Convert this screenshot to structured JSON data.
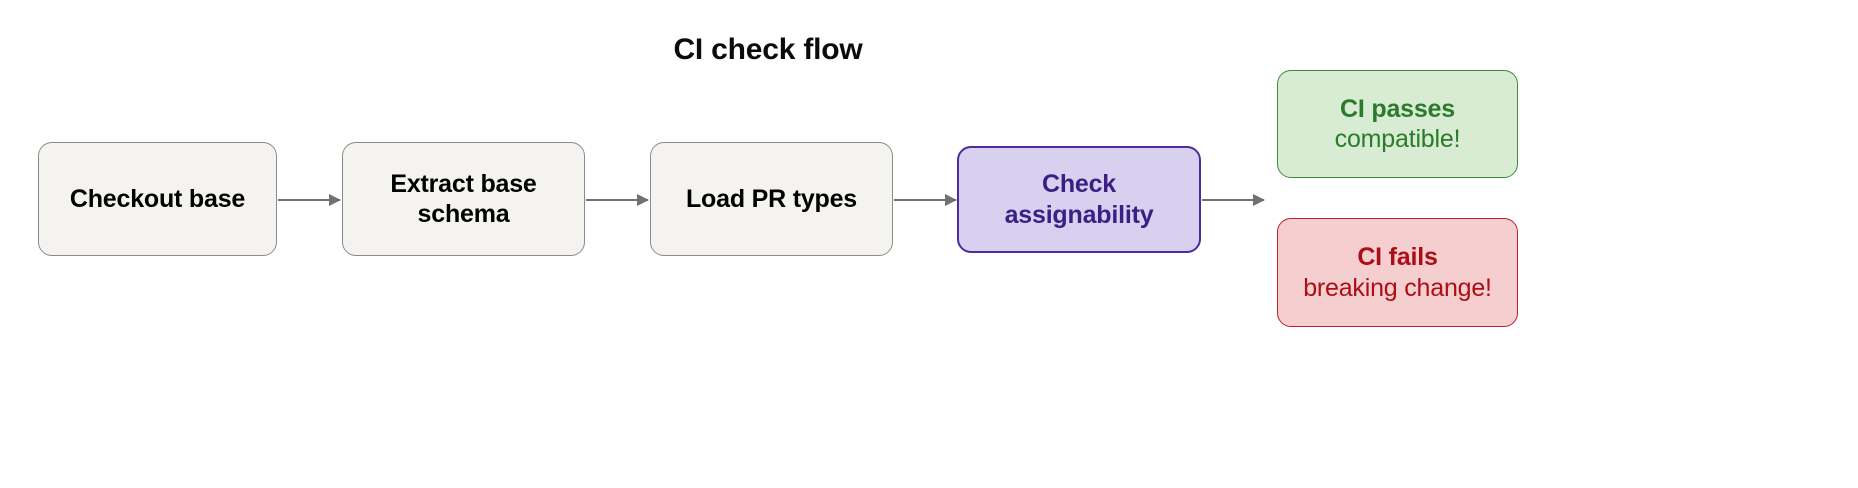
{
  "diagram": {
    "title": "CI check flow",
    "kind": "flowchart",
    "direction": "left-to-right",
    "background_color": "#ffffff",
    "nodes": [
      {
        "id": "checkout-base",
        "label": "Checkout base",
        "sublabel": "",
        "style": "process",
        "fill_color": "#f4f3f0",
        "border_color": "#8c8c8c",
        "text_color": "#000000"
      },
      {
        "id": "extract-base-schema",
        "label": "Extract base",
        "sublabel": "schema",
        "style": "process",
        "fill_color": "#f4f3f0",
        "border_color": "#8c8c8c",
        "text_color": "#000000"
      },
      {
        "id": "load-pr-types",
        "label": "Load PR types",
        "sublabel": "",
        "style": "process",
        "fill_color": "#f4f3f0",
        "border_color": "#8c8c8c",
        "text_color": "#000000"
      },
      {
        "id": "check-assignability",
        "label": "Check",
        "sublabel": "assignability",
        "style": "decision",
        "fill_color": "#d7d0ef",
        "border_color": "#4f2b9c",
        "text_color": "#3c1e85"
      },
      {
        "id": "ci-passes",
        "label": "CI passes",
        "sublabel": "compatible!",
        "style": "success",
        "fill_color": "#d7ecd2",
        "border_color": "#3f8c3f",
        "text_color": "#2c7a2c"
      },
      {
        "id": "ci-fails",
        "label": "CI fails",
        "sublabel": "breaking change!",
        "style": "failure",
        "fill_color": "#f5cfcf",
        "border_color": "#bf1f28",
        "text_color": "#ad0d16"
      }
    ],
    "edges": [
      {
        "id": "edge-1",
        "from": "checkout-base",
        "to": "extract-base-schema",
        "label": "",
        "color": "#707070"
      },
      {
        "id": "edge-2",
        "from": "extract-base-schema",
        "to": "load-pr-types",
        "label": "",
        "color": "#707070"
      },
      {
        "id": "edge-3",
        "from": "load-pr-types",
        "to": "check-assignability",
        "label": "",
        "color": "#707070"
      },
      {
        "id": "edge-4",
        "from": "check-assignability",
        "to": "ci-passes",
        "label": "",
        "color": "#707070"
      }
    ]
  }
}
